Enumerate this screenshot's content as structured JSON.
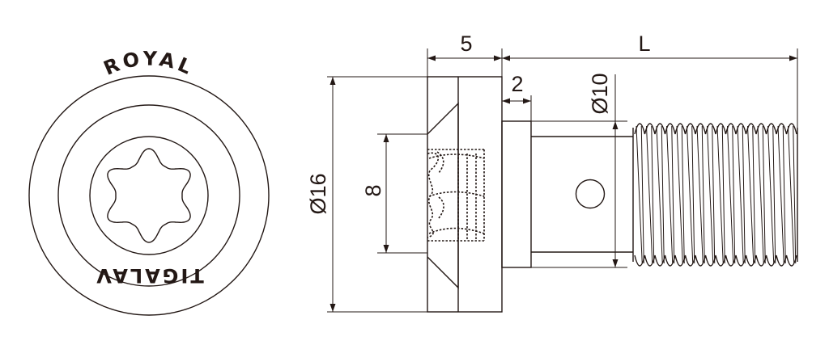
{
  "colors": {
    "line": "#231815",
    "background": "#ffffff"
  },
  "end_view": {
    "logo_top": "ROYAL",
    "logo_bottom": "TIGALAV"
  },
  "dimensions": {
    "head_length": "5",
    "thread_length": "L",
    "neck_length": "2",
    "head_diameter": "Ø16",
    "shank_diameter": "Ø10",
    "socket_depth": "8"
  }
}
